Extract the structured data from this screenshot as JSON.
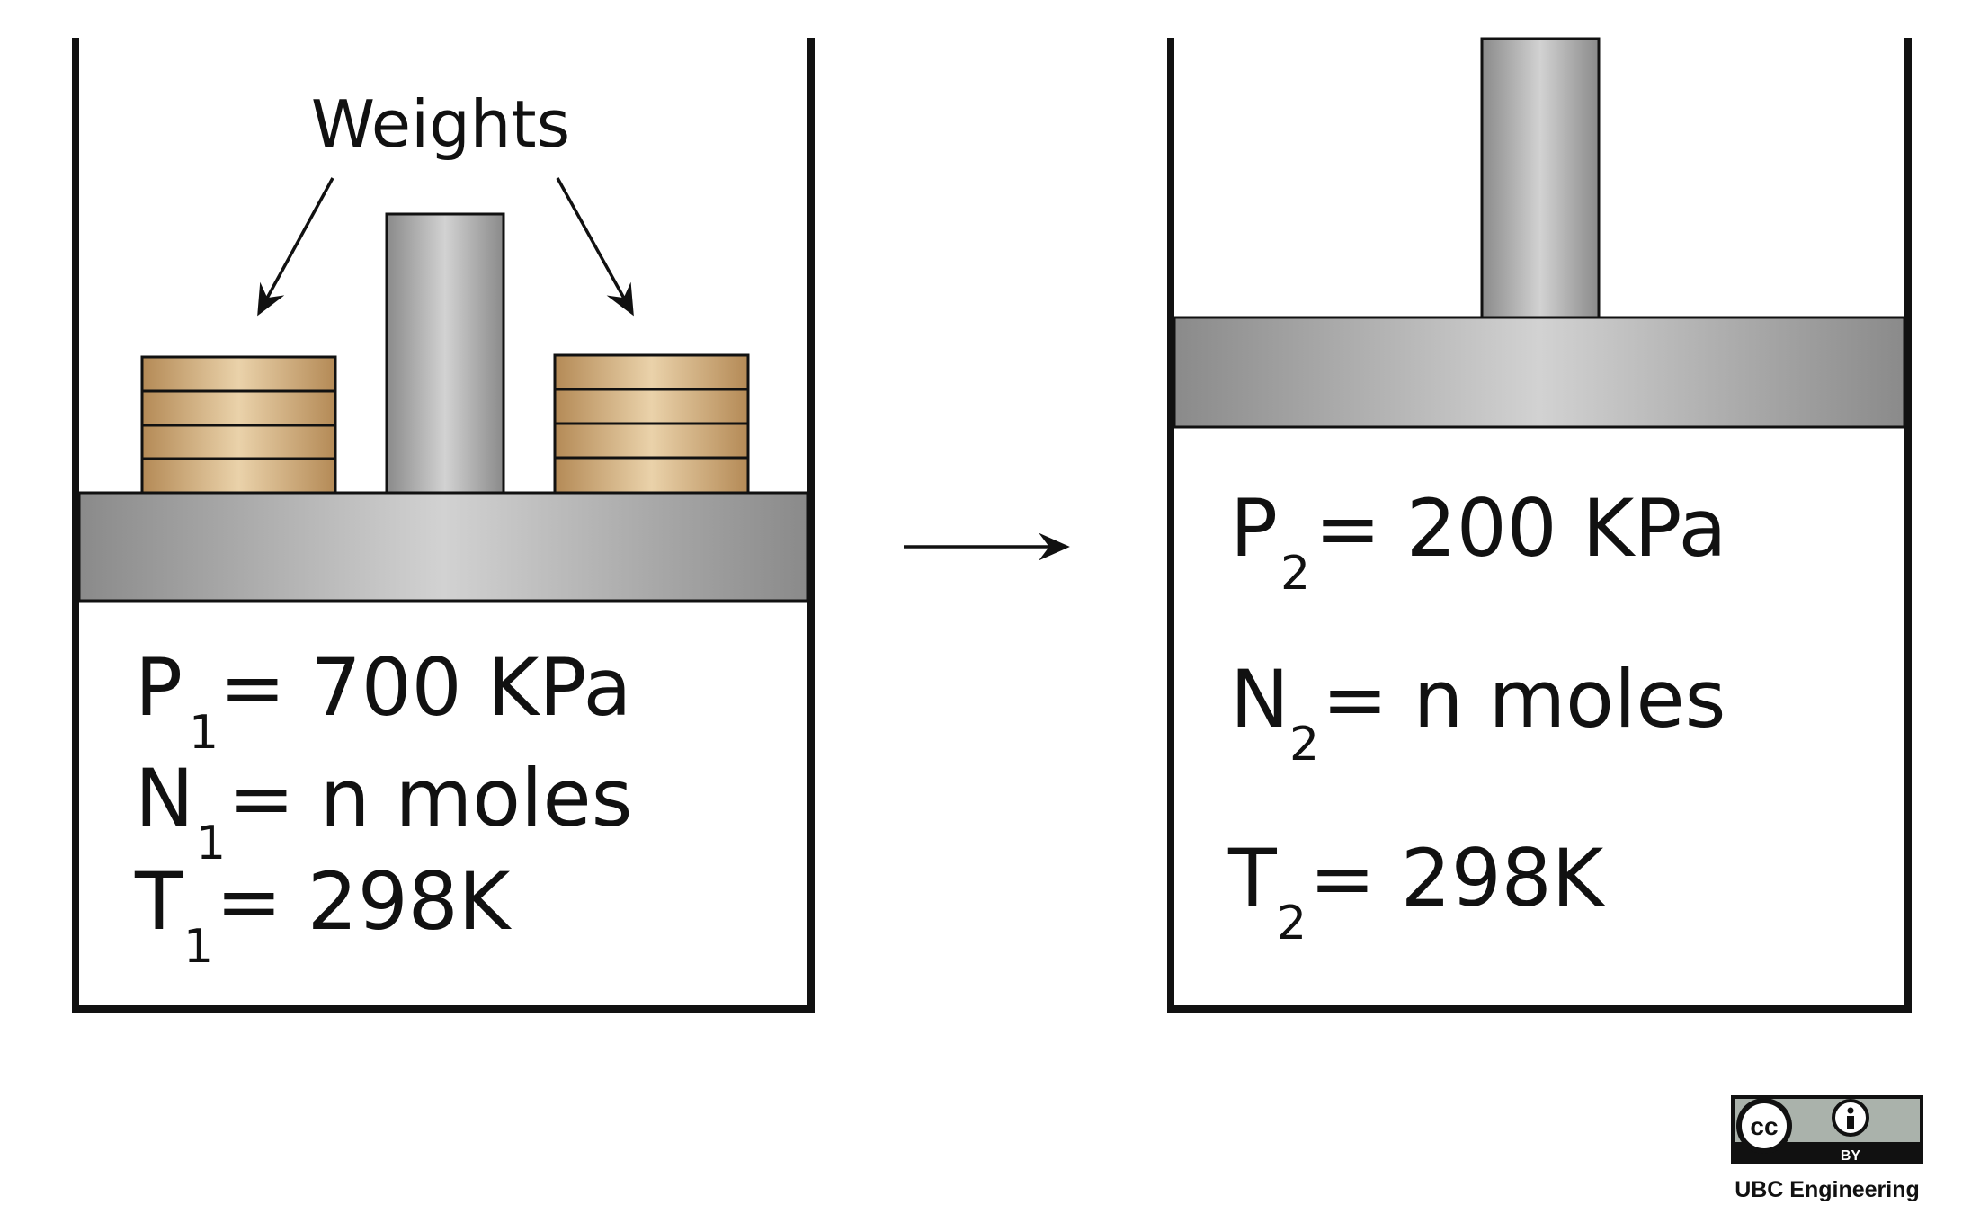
{
  "initial_state": {
    "weights_label": "Weights",
    "pressure": {
      "symbol": "P",
      "subscript": "1",
      "rhs": "= 700 KPa"
    },
    "moles": {
      "symbol": "N",
      "subscript": "1",
      "rhs": "= n moles"
    },
    "temperature": {
      "symbol": "T",
      "subscript": "1",
      "rhs": "= 298K"
    },
    "weight_stacks": [
      {
        "plates": 4
      },
      {
        "plates": 4
      }
    ]
  },
  "final_state": {
    "pressure": {
      "symbol": "P",
      "subscript": "2",
      "rhs": "= 200 KPa"
    },
    "moles": {
      "symbol": "N",
      "subscript": "2",
      "rhs": "= n moles"
    },
    "temperature": {
      "symbol": "T",
      "subscript": "2",
      "rhs": "= 298K"
    }
  },
  "license": {
    "cc_text": "cc",
    "by_text": "BY",
    "attribution": "UBC Engineering"
  },
  "colors": {
    "line": "#111111",
    "piston_dark": "#8a8a8a",
    "piston_light": "#d0d0d0",
    "weight_dark": "#b48a56",
    "weight_light": "#e8cfa6"
  }
}
